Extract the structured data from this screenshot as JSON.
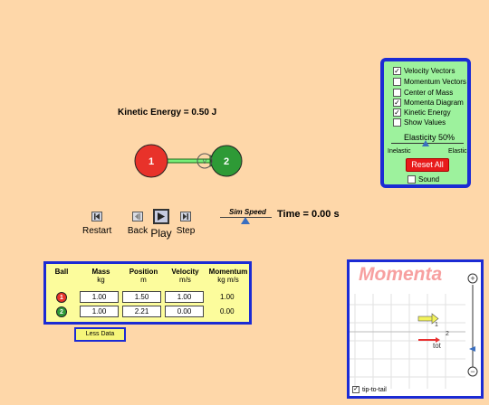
{
  "kinetic_energy": "Kinetic Energy = 0.50 J",
  "balls": [
    {
      "label": "1",
      "color": "#e8322a"
    },
    {
      "label": "2",
      "color": "#2e9a36"
    }
  ],
  "velocity_marker": "V",
  "controls": {
    "restart": "Restart",
    "back": "Back",
    "play": "Play",
    "step": "Step",
    "sim_speed": "Sim Speed",
    "time": "Time = 0.00 s"
  },
  "panel": {
    "checkboxes": [
      {
        "label": "Velocity Vectors",
        "checked": true
      },
      {
        "label": "Momentum Vectors",
        "checked": false
      },
      {
        "label": "Center of Mass",
        "checked": false
      },
      {
        "label": "Momenta Diagram",
        "checked": true
      },
      {
        "label": "Kinetic Energy",
        "checked": true
      },
      {
        "label": "Show Values",
        "checked": false
      }
    ],
    "elasticity": "Elasticity 50%",
    "elasticity_value": 0.5,
    "inelastic": "Inelastic",
    "elastic": "Elastic",
    "reset_all": "Reset All",
    "sound": "Sound",
    "sound_checked": false
  },
  "table": {
    "headers": [
      {
        "title": "Ball",
        "unit": ""
      },
      {
        "title": "Mass",
        "unit": "kg"
      },
      {
        "title": "Position",
        "unit": "m"
      },
      {
        "title": "Velocity",
        "unit": "m/s"
      },
      {
        "title": "Momentum",
        "unit": "kg m/s"
      }
    ],
    "rows": [
      {
        "ball": "1",
        "mass": "1.00",
        "position": "1.50",
        "velocity": "1.00",
        "momentum": "1.00"
      },
      {
        "ball": "2",
        "mass": "1.00",
        "position": "2.21",
        "velocity": "0.00",
        "momentum": "0.00"
      }
    ],
    "less_data": "Less Data"
  },
  "momenta": {
    "title": "Momenta",
    "arrow1_label": "1",
    "arrow2_label": "2",
    "total_label": "tot",
    "zoom_in": "+",
    "zoom_out": "−",
    "tip_to_tail": "tip-to-tail",
    "tip_to_tail_checked": true
  }
}
